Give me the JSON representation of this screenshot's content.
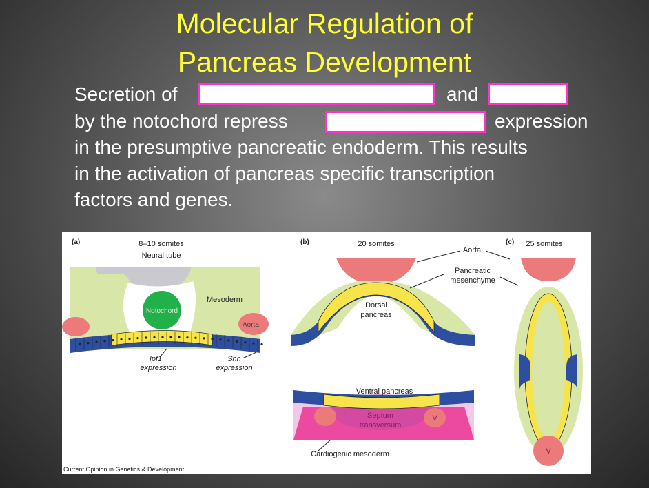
{
  "slide": {
    "title_line1": "Molecular Regulation of",
    "title_line2": "Pancreas Development",
    "body": {
      "line1_a": "Secretion of",
      "line1_b": "and",
      "line2_a": "by the notochord repress",
      "line2_b": "expression",
      "line3": "in the presumptive pancreatic endoderm.  This results",
      "line4": "in the activation of pancreas specific transcription",
      "line5": "factors and genes."
    }
  },
  "figure": {
    "panel_a": {
      "label": "(a)",
      "stage": "8–10 somites",
      "neural_tube": "Neural tube",
      "mesoderm": "Mesoderm",
      "notochord": "Notochord",
      "aorta": "Aorta",
      "ipf1_1": "Ipf1",
      "ipf1_2": "expression",
      "shh_1": "Shh",
      "shh_2": "expression"
    },
    "panel_b": {
      "label": "(b)",
      "stage": "20 somites",
      "aorta": "Aorta",
      "mesenchyme_1": "Pancreatic",
      "mesenchyme_2": "mesenchyme",
      "dorsal_1": "Dorsal",
      "dorsal_2": "pancreas",
      "ventral": "Ventral pancreas",
      "septum_1": "Septum",
      "septum_2": "transversum",
      "v": "V",
      "cardiogenic": "Cardiogenic mesoderm"
    },
    "panel_c": {
      "label": "(c)",
      "stage": "25 somites",
      "v": "V"
    },
    "credit": "Current Opinion in Genetics & Development",
    "colors": {
      "green": "#d8e6a8",
      "yellow": "#f6e44a",
      "blue": "#2e4fa0",
      "salmon": "#ec7a7a",
      "pink": "#ec4aa0",
      "notochord": "#22b04a",
      "grey": "#c9c9cf"
    }
  }
}
